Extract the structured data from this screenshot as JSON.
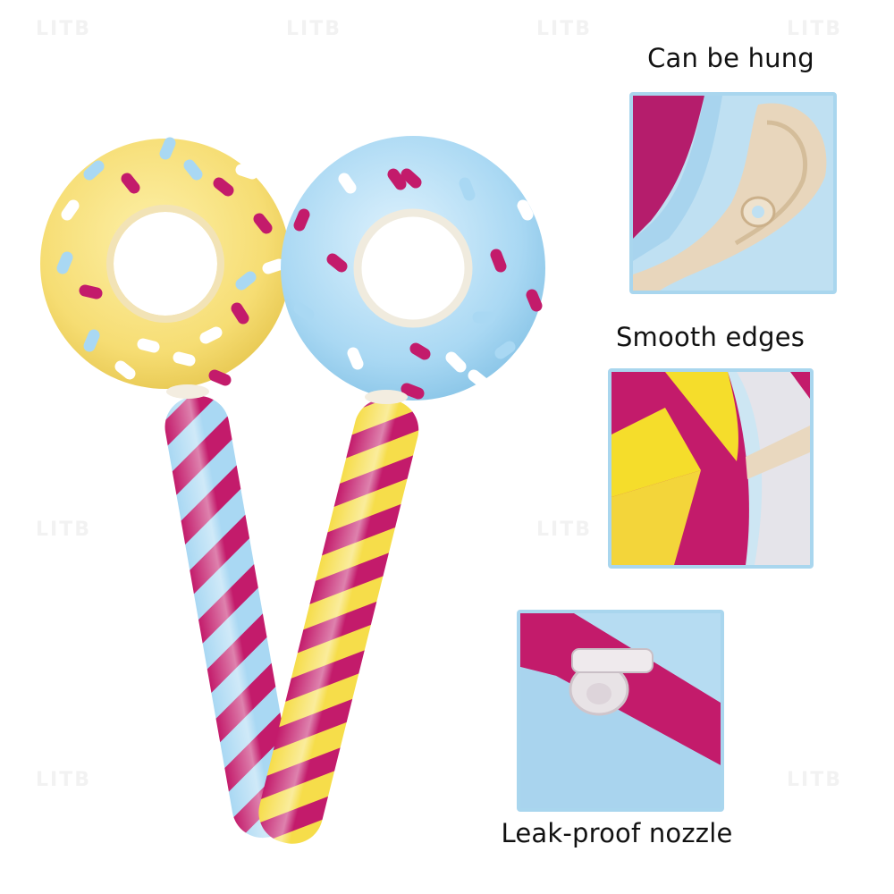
{
  "watermark": "LITB",
  "features": [
    {
      "caption": "Can be hung"
    },
    {
      "caption": "Smooth edges"
    },
    {
      "caption": "Leak-proof nozzle"
    }
  ],
  "colors": {
    "yellow": "#f6dd73",
    "blue": "#a9d8f3",
    "magenta": "#c31b6b",
    "panel_border": "#a9d6ee"
  }
}
